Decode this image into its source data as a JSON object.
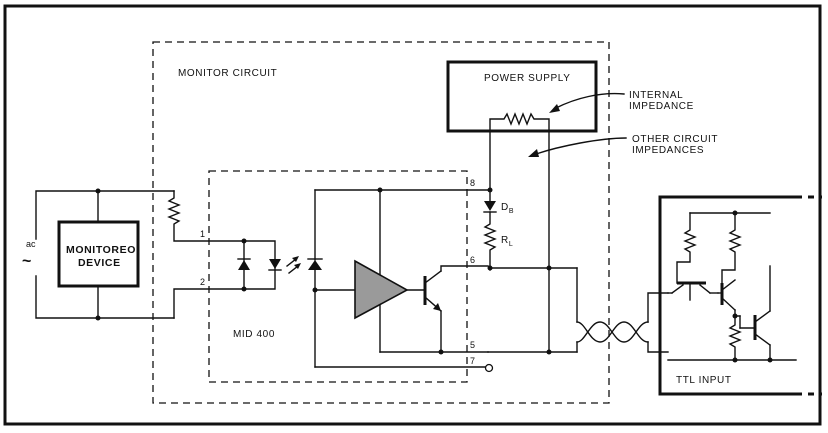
{
  "labels": {
    "monitor_circuit": "MONITOR CIRCUIT",
    "power_supply": "POWER SUPPLY",
    "internal_impedance_1": "INTERNAL",
    "internal_impedance_2": "IMPEDANCE",
    "other_impedances_1": "OTHER CIRCUIT",
    "other_impedances_2": "IMPEDANCES",
    "monitored_device_1": "MONITOREO",
    "monitored_device_2": "DEVICE",
    "ac": "ac",
    "ac_symbol": "~",
    "mid400": "MID 400",
    "ttl_input": "TTL INPUT",
    "db_main": "D",
    "db_sub": "B",
    "rl_main": "R",
    "rl_sub": "L"
  },
  "pins": {
    "p1": "1",
    "p2": "2",
    "p5": "5",
    "p6": "6",
    "p7": "7",
    "p8": "8"
  }
}
